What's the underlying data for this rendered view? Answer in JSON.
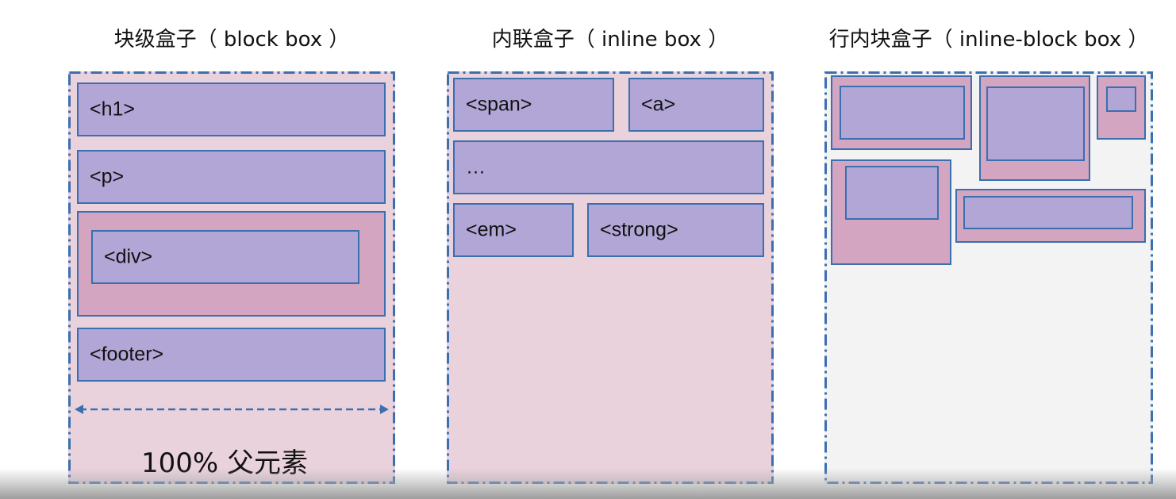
{
  "titles": {
    "block": "块级盒子（ block box ）",
    "inline": "内联盒子（ inline box ）",
    "inline_block": "行内块盒子（ inline-block box ）"
  },
  "block_panel": {
    "items": [
      "<h1>",
      "<p>",
      "<div>",
      "<footer>"
    ],
    "caption": "100% 父元素"
  },
  "inline_panel": {
    "items": [
      "<span>",
      "<a>",
      "…",
      "<em>",
      "<strong>"
    ]
  },
  "colors": {
    "panel_fill": "#ead2dc",
    "panel_fill_gray": "#f3f3f3",
    "box_purple": "#b1a6d5",
    "box_pink": "#d4a5c0",
    "border_blue": "#3a6fb0"
  }
}
